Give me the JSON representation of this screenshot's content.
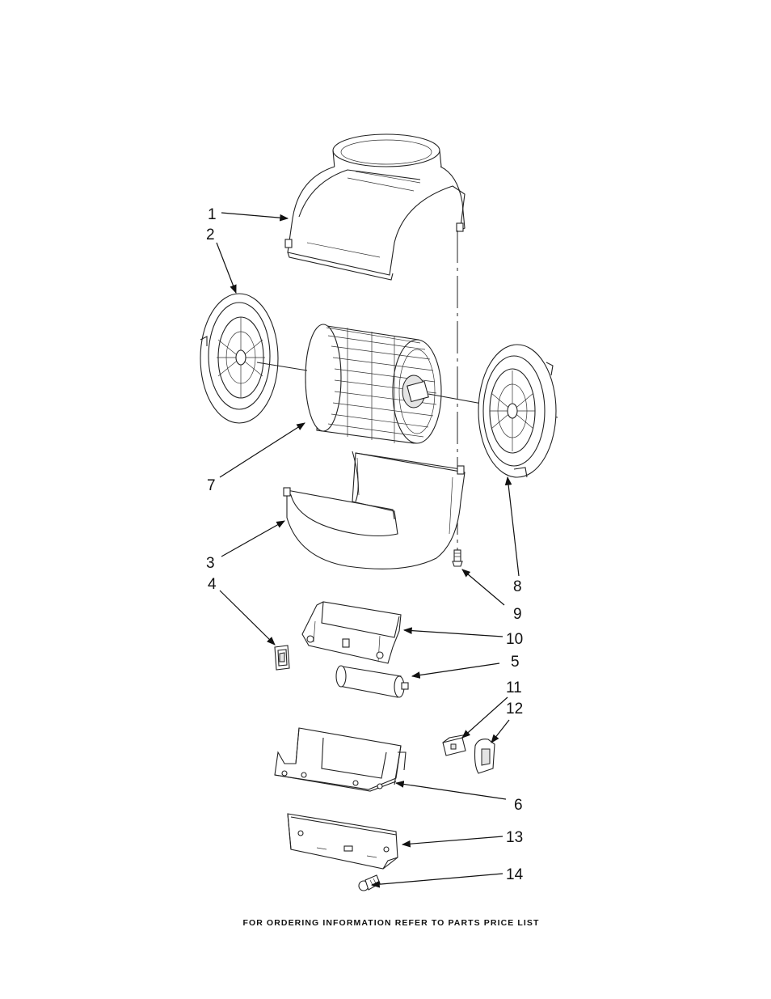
{
  "callouts": [
    {
      "id": "1",
      "label": "1"
    },
    {
      "id": "2",
      "label": "2"
    },
    {
      "id": "3",
      "label": "3"
    },
    {
      "id": "4",
      "label": "4"
    },
    {
      "id": "5",
      "label": "5"
    },
    {
      "id": "6",
      "label": "6"
    },
    {
      "id": "7",
      "label": "7"
    },
    {
      "id": "8",
      "label": "8"
    },
    {
      "id": "9",
      "label": "9"
    },
    {
      "id": "10",
      "label": "10"
    },
    {
      "id": "11",
      "label": "11"
    },
    {
      "id": "12",
      "label": "12"
    },
    {
      "id": "13",
      "label": "13"
    },
    {
      "id": "14",
      "label": "14"
    }
  ],
  "footer": "FOR ORDERING INFORMATION REFER TO PARTS PRICE LIST"
}
